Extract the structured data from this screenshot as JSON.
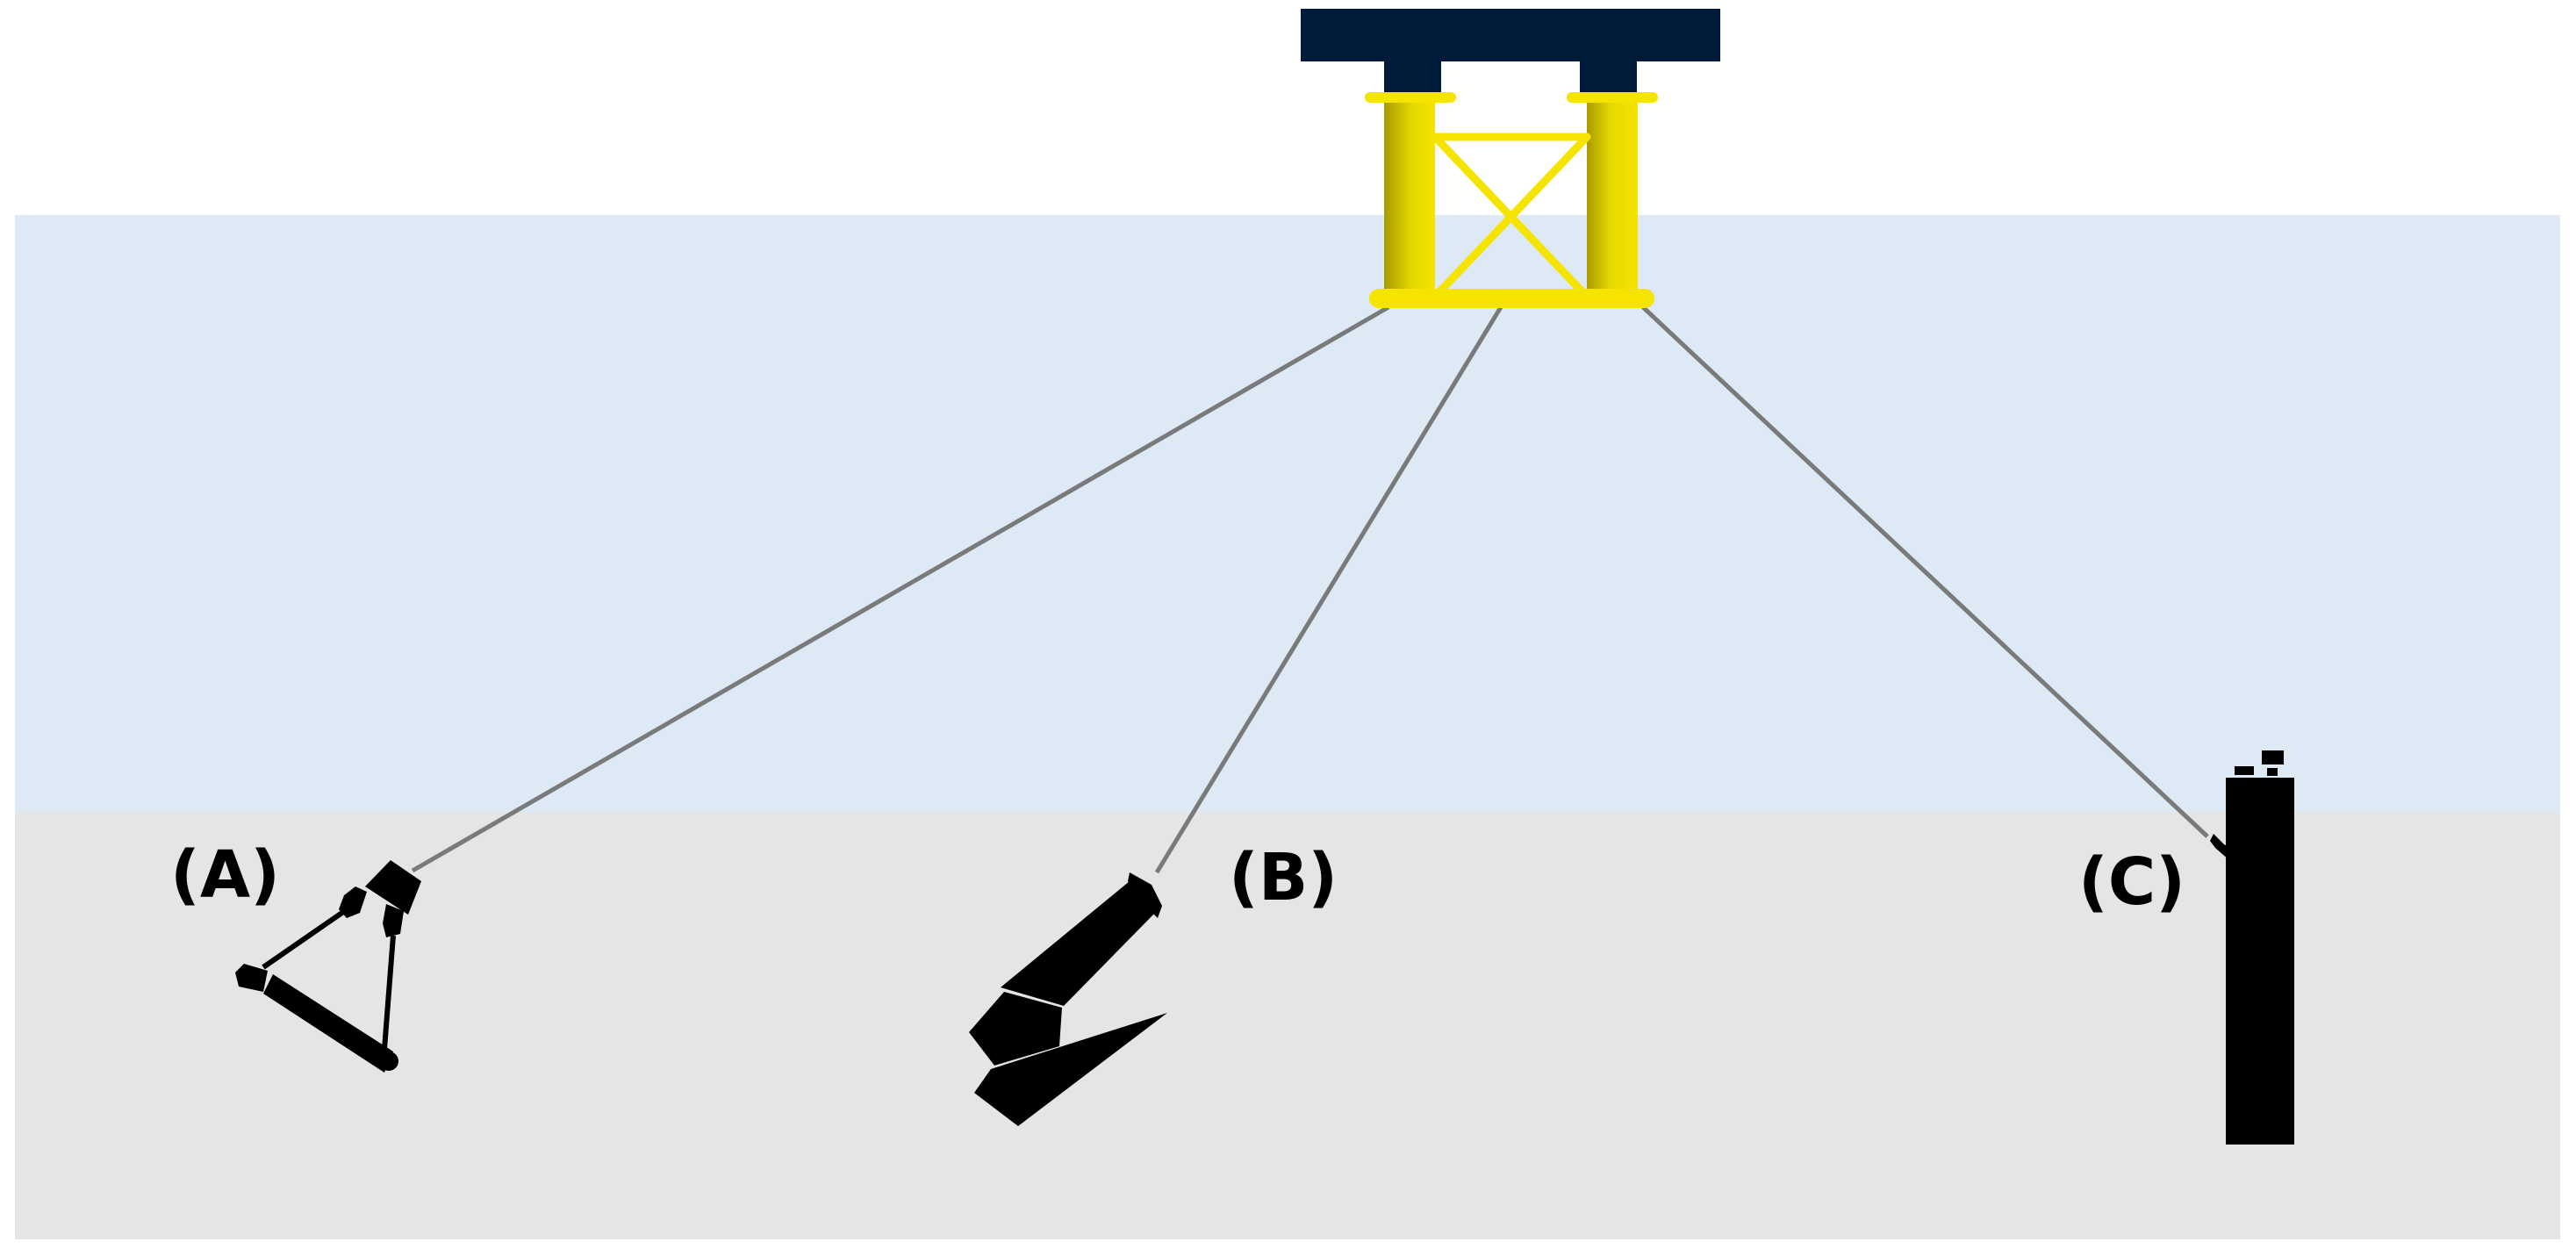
{
  "colors": {
    "sky": "#ffffff",
    "water": "#dde9f5",
    "seabed": "#e5e5e5",
    "deck": "#001a3a",
    "platform_yellow": "#f5e300",
    "platform_yellow_dark": "#a89a00",
    "mooring_line": "#7a7a7a",
    "anchor": "#000000"
  },
  "anchors": [
    {
      "id": "A",
      "label": "(A)"
    },
    {
      "id": "B",
      "label": "(B)"
    },
    {
      "id": "C",
      "label": "(C)"
    }
  ]
}
